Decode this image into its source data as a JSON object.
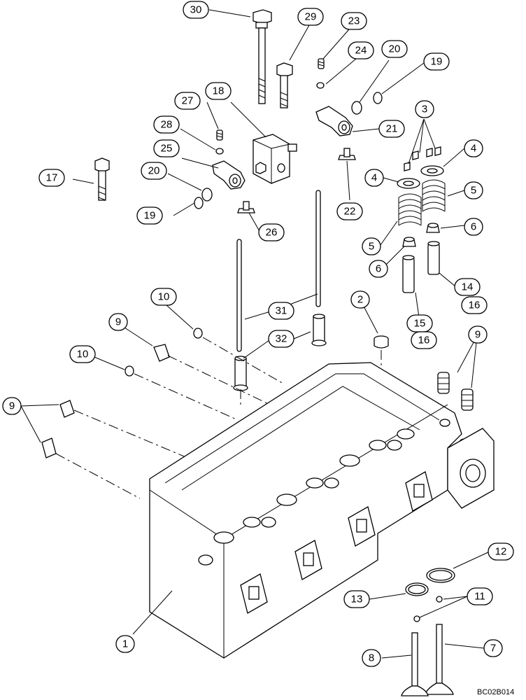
{
  "diagram": {
    "reference_code": "BC02B014",
    "callouts": [
      {
        "id": "c30",
        "label": "30"
      },
      {
        "id": "c29",
        "label": "29"
      },
      {
        "id": "c23",
        "label": "23"
      },
      {
        "id": "c24",
        "label": "24"
      },
      {
        "id": "c20a",
        "label": "20"
      },
      {
        "id": "c19a",
        "label": "19"
      },
      {
        "id": "c18",
        "label": "18"
      },
      {
        "id": "c27",
        "label": "27"
      },
      {
        "id": "c28",
        "label": "28"
      },
      {
        "id": "c25",
        "label": "25"
      },
      {
        "id": "c20b",
        "label": "20"
      },
      {
        "id": "c19b",
        "label": "19"
      },
      {
        "id": "c26",
        "label": "26"
      },
      {
        "id": "c17",
        "label": "17"
      },
      {
        "id": "c21",
        "label": "21"
      },
      {
        "id": "c22",
        "label": "22"
      },
      {
        "id": "c3",
        "label": "3"
      },
      {
        "id": "c4a",
        "label": "4"
      },
      {
        "id": "c4b",
        "label": "4"
      },
      {
        "id": "c5a",
        "label": "5"
      },
      {
        "id": "c5b",
        "label": "5"
      },
      {
        "id": "c6a",
        "label": "6"
      },
      {
        "id": "c6b",
        "label": "6"
      },
      {
        "id": "c14",
        "label": "14"
      },
      {
        "id": "c16a",
        "label": "16"
      },
      {
        "id": "c15",
        "label": "15"
      },
      {
        "id": "c16b",
        "label": "16"
      },
      {
        "id": "c2",
        "label": "2"
      },
      {
        "id": "c31",
        "label": "31"
      },
      {
        "id": "c32",
        "label": "32"
      },
      {
        "id": "c10a",
        "label": "10"
      },
      {
        "id": "c9a",
        "label": "9"
      },
      {
        "id": "c10b",
        "label": "10"
      },
      {
        "id": "c9b",
        "label": "9"
      },
      {
        "id": "c9c",
        "label": "9"
      },
      {
        "id": "c12",
        "label": "12"
      },
      {
        "id": "c13",
        "label": "13"
      },
      {
        "id": "c11",
        "label": "11"
      },
      {
        "id": "c1",
        "label": "1"
      },
      {
        "id": "c8",
        "label": "8"
      },
      {
        "id": "c7",
        "label": "7"
      }
    ]
  }
}
